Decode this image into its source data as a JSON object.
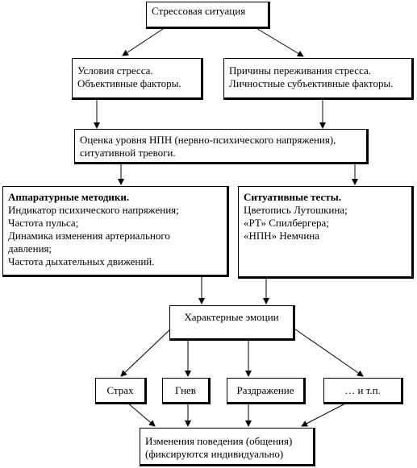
{
  "diagram": {
    "stress_situation": "Стрессовая ситуация",
    "conditions": {
      "line1": "Условия стресса.",
      "line2": "Объективные факторы."
    },
    "reasons": {
      "line1": "Причины переживания стресса.",
      "line2": "Личностные субъективные факторы."
    },
    "npn_assessment": {
      "line1": "Оценка уровня НПН (нервно-психического напряжения),",
      "line2": "ситуативной тревоги."
    },
    "hardware_methods": {
      "title": "Аппаратурные методики.",
      "items": [
        "Индикатор психического напряжения;",
        "Частота пульса;",
        "Динамика изменения артериального",
        "давления;",
        "Частота дыхательных движений."
      ]
    },
    "situational_tests": {
      "title": "Ситуативные тесты.",
      "items": [
        "Цветопись Лутошкина;",
        "«РТ» Спилбергера;",
        "«НПН» Немчина"
      ]
    },
    "emotions": "Характерные эмоции",
    "emotion_fear": "Страх",
    "emotion_anger": "Гнев",
    "emotion_irritation": "Раздражение",
    "emotion_etc": "… и т.п.",
    "behavior_change": {
      "line1": "Изменения поведения (общения)",
      "line2": "(фиксируются индивидуально)"
    }
  }
}
